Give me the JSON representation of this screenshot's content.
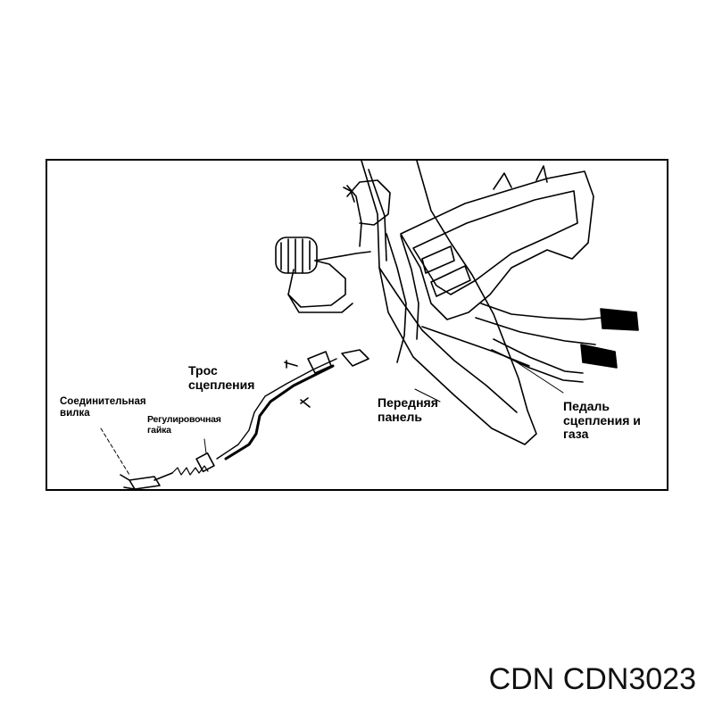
{
  "diagram": {
    "labels": {
      "cable": "Трос\nсцепления",
      "fork": "Соединительная\nвилка",
      "nut": "Регулировочная\nгайка",
      "panel": "Передняя\nпанель",
      "pedals": "Педаль\nсцепления и\nгаза"
    }
  },
  "caption": {
    "brand": "CDN",
    "part_number": "CDN3023"
  },
  "colors": {
    "line": "#000000",
    "background": "#ffffff"
  }
}
